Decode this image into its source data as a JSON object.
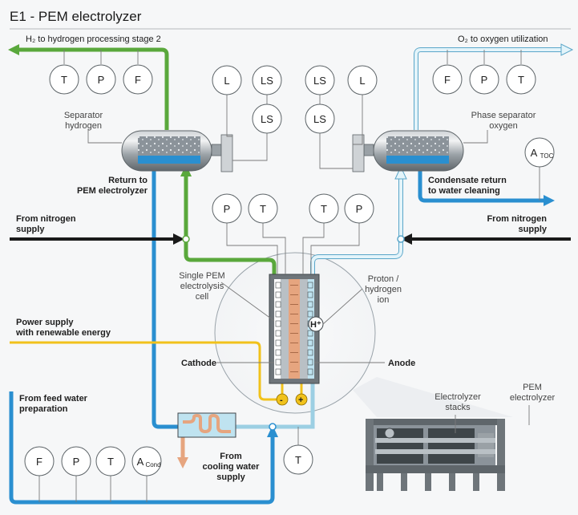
{
  "title": "E1 - PEM electrolyzer",
  "labels": {
    "h2_out": "H₂ to hydrogen processing stage 2",
    "o2_out": "O₂ to oxygen utilization",
    "separator_h2_l1": "Separator",
    "separator_h2_l2": "hydrogen",
    "separator_o2_l1": "Phase separator",
    "separator_o2_l2": "oxygen",
    "return_l1": "Return to",
    "return_l2": "PEM electrolyzer",
    "condensate_l1": "Condensate return",
    "condensate_l2": "to water cleaning",
    "nitrogen_left_l1": "From nitrogen",
    "nitrogen_left_l2": "supply",
    "nitrogen_right_l1": "From nitrogen",
    "nitrogen_right_l2": "supply",
    "cell_l1": "Single PEM",
    "cell_l2": "electrolysis",
    "cell_l3": "cell",
    "proton_l1": "Proton /",
    "proton_l2": "hydrogen",
    "proton_l3": "ion",
    "power_l1": "Power supply",
    "power_l2": "with renewable energy",
    "cathode": "Cathode",
    "anode": "Anode",
    "feed_l1": "From feed water",
    "feed_l2": "preparation",
    "cooling_l1": "From",
    "cooling_l2": "cooling water",
    "cooling_l3": "supply",
    "stacks_l1": "Electrolyzer",
    "stacks_l2": "stacks",
    "pem_l1": "PEM",
    "pem_l2": "electrolyzer",
    "ion": "H⁺",
    "minus": "-",
    "plus": "+"
  },
  "instruments": {
    "h2_t": "T",
    "h2_p": "P",
    "h2_f": "F",
    "h2_l": "L",
    "h2_ls1": "LS",
    "h2_ls2": "LS",
    "o2_ls1": "LS",
    "o2_l": "L",
    "o2_ls2": "LS",
    "o2_f": "F",
    "o2_p": "P",
    "o2_t": "T",
    "toc_main": "A",
    "toc_sub": "TOC",
    "cell_p1": "P",
    "cell_t1": "T",
    "cell_t2": "T",
    "cell_p2": "P",
    "feed_f": "F",
    "feed_p": "P",
    "feed_t": "T",
    "cond_main": "A",
    "cond_sub": "Cond",
    "cool_t": "T"
  },
  "colors": {
    "hydrogen": "#5aa83c",
    "oxygen": "#bfe3f0",
    "water": "#2a8fd0",
    "nitrogen": "#1a1a1a",
    "power": "#f1c21b",
    "cooling_out": "#e6a57f"
  }
}
